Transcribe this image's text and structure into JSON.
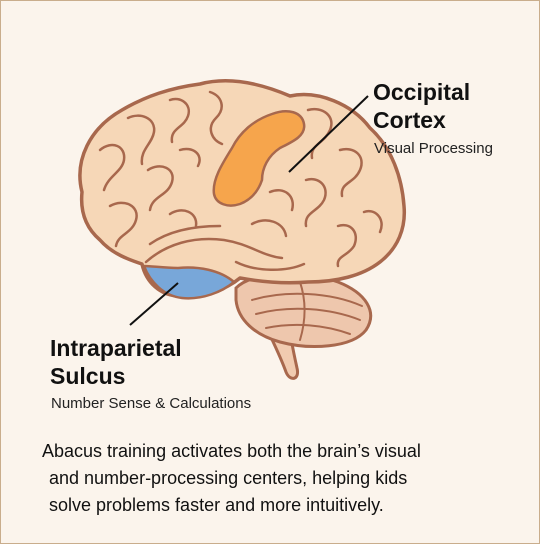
{
  "colors": {
    "background": "#fbf4ec",
    "brain_fill": "#f6d7b7",
    "brain_outline": "#a8684d",
    "occipital_highlight": "#f6a54c",
    "intraparietal_highlight": "#78a7d9",
    "cerebellum_fill": "#eec7ad"
  },
  "labels": {
    "occipital": {
      "title_line1": "Occipital",
      "title_line2": "Cortex",
      "subtitle": "Visual Processing"
    },
    "intraparietal": {
      "title_line1": "Intraparietal",
      "title_line2": "Sulcus",
      "subtitle": "Number Sense & Calculations"
    }
  },
  "caption": {
    "line1": "Abacus training activates both the brain’s visual",
    "line2": "and number-processing centers, helping kids",
    "line3": "solve problems faster and more intuitively."
  }
}
